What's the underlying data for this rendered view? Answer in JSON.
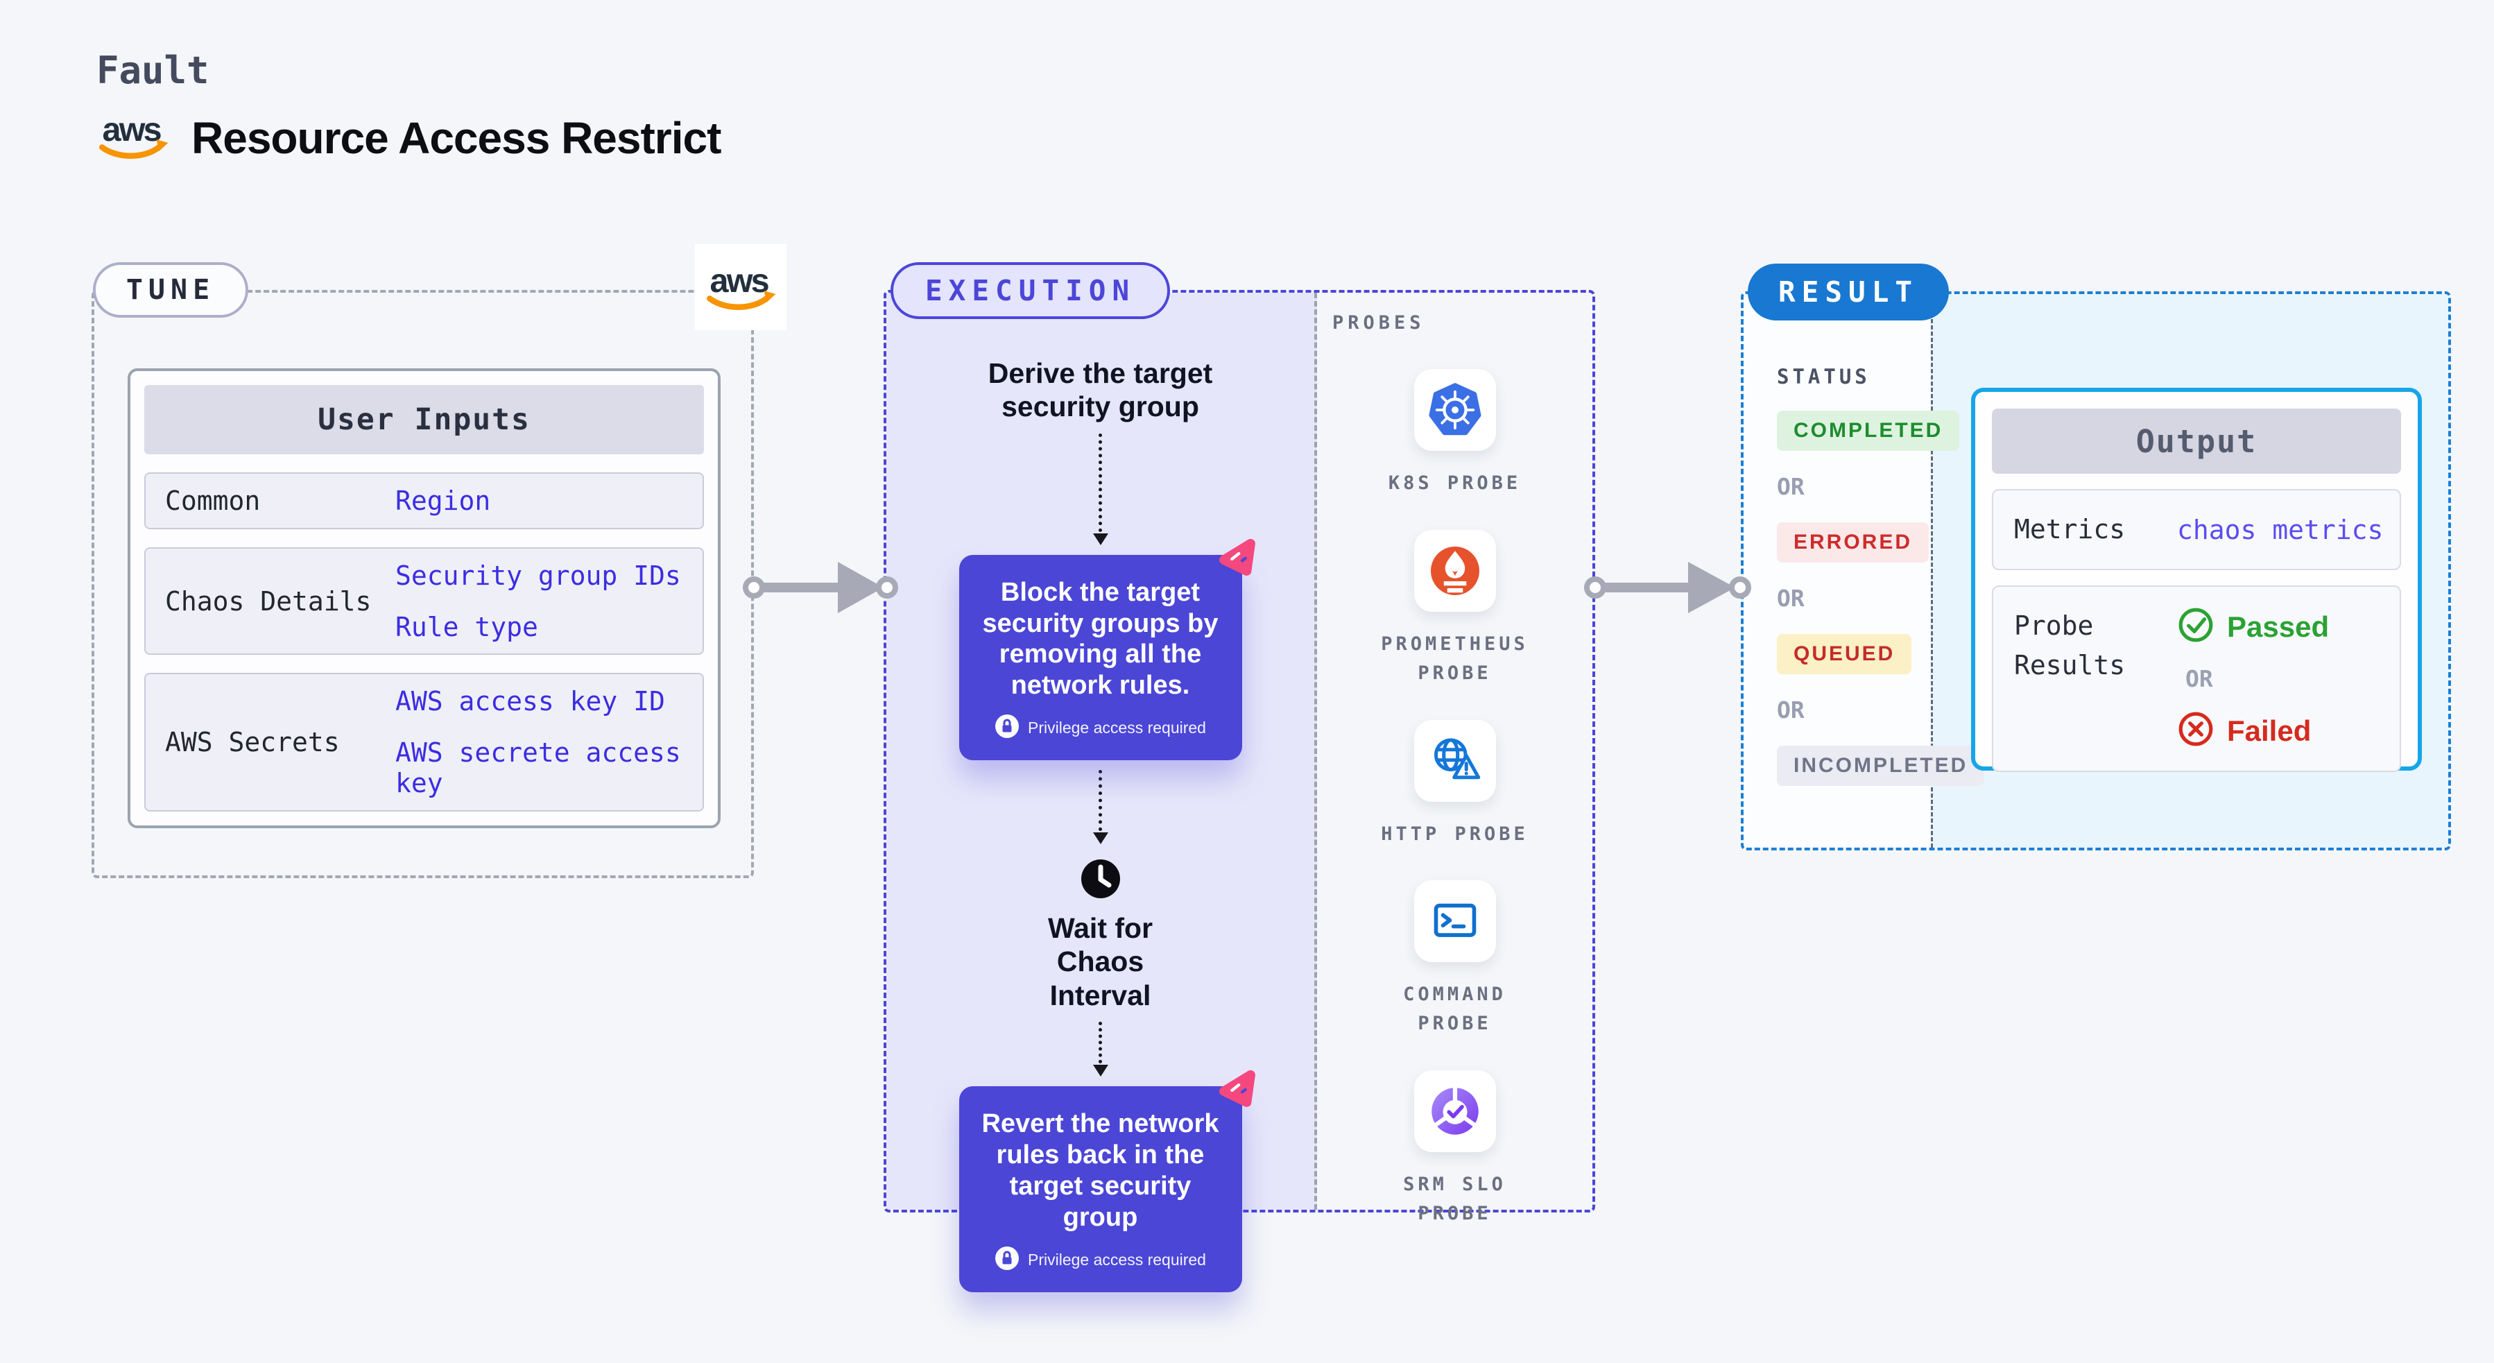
{
  "header": {
    "eyebrow": "Fault",
    "title": "Resource Access Restrict",
    "logo": "aws-logo"
  },
  "tune": {
    "badge": "TUNE",
    "corner_logo": "aws-logo",
    "user_inputs": {
      "title": "User Inputs",
      "rows": [
        {
          "label": "Common",
          "values": [
            "Region"
          ]
        },
        {
          "label": "Chaos Details",
          "values": [
            "Security group IDs",
            "Rule type"
          ]
        },
        {
          "label": "AWS Secrets",
          "values": [
            "AWS access key ID",
            "AWS secrete access key"
          ]
        }
      ]
    }
  },
  "execution": {
    "badge": "EXECUTION",
    "flow": {
      "step1": "Derive the target security group",
      "block_card": {
        "text": "Block the target security groups by removing all the network rules.",
        "note": "Privilege access required"
      },
      "wait": "Wait for Chaos Interval",
      "revert_card": {
        "text": "Revert the network rules back in the target security group",
        "note": "Privilege access required"
      }
    },
    "probes": {
      "title": "PROBES",
      "items": [
        {
          "label": "K8S PROBE",
          "icon": "kubernetes-icon"
        },
        {
          "label": "PROMETHEUS PROBE",
          "icon": "prometheus-icon"
        },
        {
          "label": "HTTP PROBE",
          "icon": "globe-warning-icon"
        },
        {
          "label": "COMMAND PROBE",
          "icon": "terminal-icon"
        },
        {
          "label": "SRM SLO PROBE",
          "icon": "slo-donut-check-icon"
        }
      ]
    }
  },
  "result": {
    "badge": "RESULT",
    "status": {
      "title": "STATUS",
      "separator": "OR",
      "badges": [
        {
          "label": "COMPLETED",
          "bg": "#DEF3DF",
          "color": "#1D8C2F"
        },
        {
          "label": "ERRORED",
          "bg": "#FBE9E9",
          "color": "#CE2B2B"
        },
        {
          "label": "QUEUED",
          "bg": "#FBF0C6",
          "color": "#C42B2B"
        },
        {
          "label": "INCOMPLETED",
          "bg": "#EAEBF3",
          "color": "#6F7487"
        }
      ]
    },
    "output": {
      "title": "Output",
      "metrics_label": "Metrics",
      "metrics_value": "chaos metrics",
      "probe_results_label": "Probe Results",
      "passed": "Passed",
      "or": "OR",
      "failed": "Failed"
    }
  },
  "icons": {
    "clock": "clock-icon",
    "lock": "lock-icon",
    "chaos_brand": "chaos-pink-icon",
    "passed": "check-circle-icon",
    "failed": "x-circle-icon",
    "connector": "arrow-right-icon"
  },
  "colors": {
    "page_bg": "#F4F6F9",
    "indigo": "#4B46D6",
    "lavender": "#E6E6FA",
    "result_blue": "#1878D2",
    "cyan_border": "#17A5E7",
    "cyan_panel": "#E8F5FC",
    "link_blue": "#3C2DE2",
    "green": "#2BA233",
    "red": "#D62A1E",
    "gray_dash": "#A2A7B3",
    "aws_orange": "#F79400"
  }
}
